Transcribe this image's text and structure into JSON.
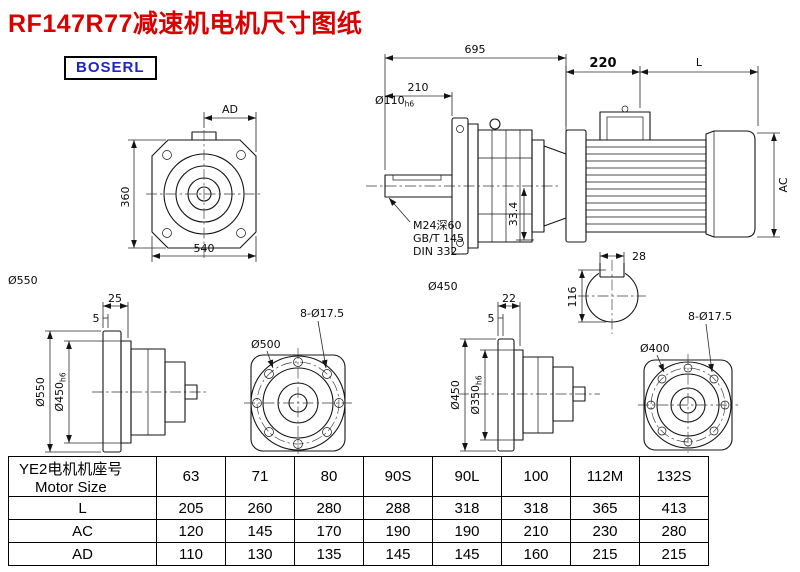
{
  "page": {
    "title": "RF147R77减速机电机尺寸图纸",
    "logo": "BOSERL"
  },
  "style": {
    "title_color": "#d90000",
    "logo_color": "#1f24c8",
    "line_color": "#141414",
    "background": "#ffffff"
  },
  "views": {
    "front": {
      "dim_ad": "AD",
      "dim_height": "360",
      "dim_width": "540",
      "dia_label": "Ø550"
    },
    "side": {
      "dim_total": "695",
      "dim_shaft": "210",
      "shaft_dia": "Ø110",
      "shaft_tol": "h6",
      "tap_note_1": "M24深60",
      "tap_note_2": "GB/T 145",
      "tap_note_3": "DIN 332",
      "dim_key": "33.4",
      "dia_label": "Ø450"
    },
    "motor": {
      "dim_adapter": "220",
      "dim_length": "L",
      "dim_diameter": "AC",
      "dim_key_width": "28",
      "dim_shaft_height": "116"
    },
    "flange_a_side": {
      "dim_thickness": "25",
      "dim_step": "5",
      "dia_outer": "Ø550",
      "dia_spigot": "Ø450",
      "dia_spigot_tol": "h6"
    },
    "flange_a_front": {
      "dia_bolt_circle": "Ø500",
      "dim_holes": "8-Ø17.5"
    },
    "flange_b_side": {
      "dim_thickness": "22",
      "dim_step": "5",
      "dia_outer": "Ø450",
      "dia_spigot": "Ø350",
      "dia_spigot_tol": "h6"
    },
    "flange_b_front": {
      "dia_bolt_circle": "Ø400",
      "dim_holes": "8-Ø17.5"
    }
  },
  "table": {
    "header_cn": "YE2电机机座号",
    "header_en": "Motor Size",
    "sizes": [
      "63",
      "71",
      "80",
      "90S",
      "90L",
      "100",
      "112M",
      "132S"
    ],
    "rows": [
      {
        "label": "L",
        "values": [
          "205",
          "260",
          "280",
          "288",
          "318",
          "318",
          "365",
          "413"
        ]
      },
      {
        "label": "AC",
        "values": [
          "120",
          "145",
          "170",
          "190",
          "190",
          "210",
          "230",
          "280"
        ]
      },
      {
        "label": "AD",
        "values": [
          "110",
          "130",
          "135",
          "145",
          "145",
          "160",
          "215",
          "215"
        ]
      }
    ]
  }
}
